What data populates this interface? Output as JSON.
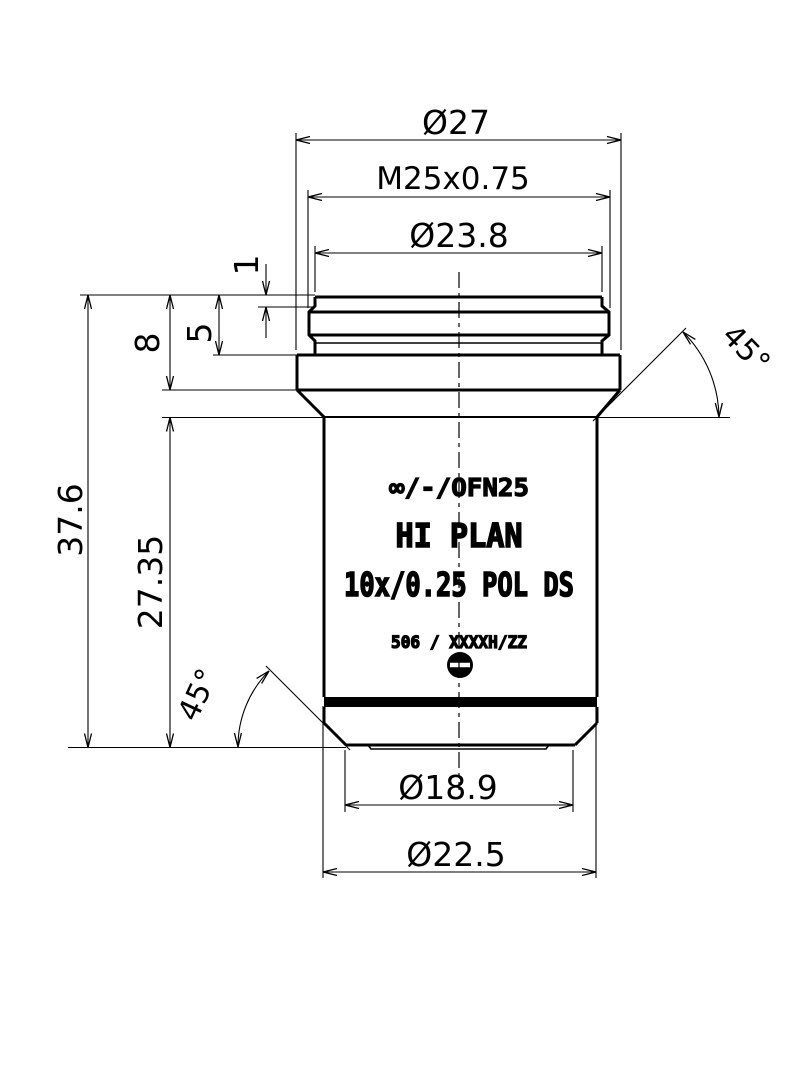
{
  "colors": {
    "line": "#000000",
    "background": "#ffffff"
  },
  "dimensions": {
    "outer_diameter": "Ø27",
    "mount_thread": "M25x0.75",
    "thread_inner_diameter": "Ø23.8",
    "relief_height": "1",
    "thread_length": "5",
    "head_height": "8",
    "overall_length": "37.6",
    "body_length": "27.35",
    "top_chamfer_angle": "45°",
    "bottom_chamfer_angle": "45°",
    "front_diameter": "Ø18.9",
    "body_diameter": "Ø22.5"
  },
  "engraving": {
    "optics_spec": "∞/-/OFN25",
    "series_name": "HI PLAN",
    "magnification_spec": "10x/0.25 POL DS",
    "part_number": "506 / XXXXH/ZZ"
  },
  "icons": {
    "screw_slot": "slotted-screw-symbol"
  }
}
